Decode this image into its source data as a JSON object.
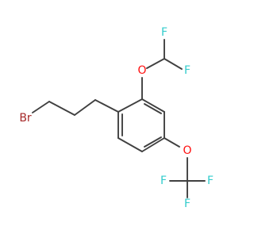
{
  "molecule": {
    "colors": {
      "bond": "#404040",
      "carbon": "#404040",
      "fluorine": "#33cccc",
      "oxygen": "#ff0d0d",
      "bromine": "#a62929"
    },
    "atoms": [
      {
        "id": "br",
        "label": "Br",
        "element": "bromine"
      },
      {
        "id": "o1",
        "label": "O",
        "element": "oxygen"
      },
      {
        "id": "o2",
        "label": "O",
        "element": "oxygen"
      },
      {
        "id": "f1",
        "label": "F",
        "element": "fluorine"
      },
      {
        "id": "f2",
        "label": "F",
        "element": "fluorine"
      },
      {
        "id": "f3",
        "label": "F",
        "element": "fluorine"
      },
      {
        "id": "f4",
        "label": "F",
        "element": "fluorine"
      },
      {
        "id": "f5",
        "label": "F",
        "element": "fluorine"
      }
    ]
  }
}
